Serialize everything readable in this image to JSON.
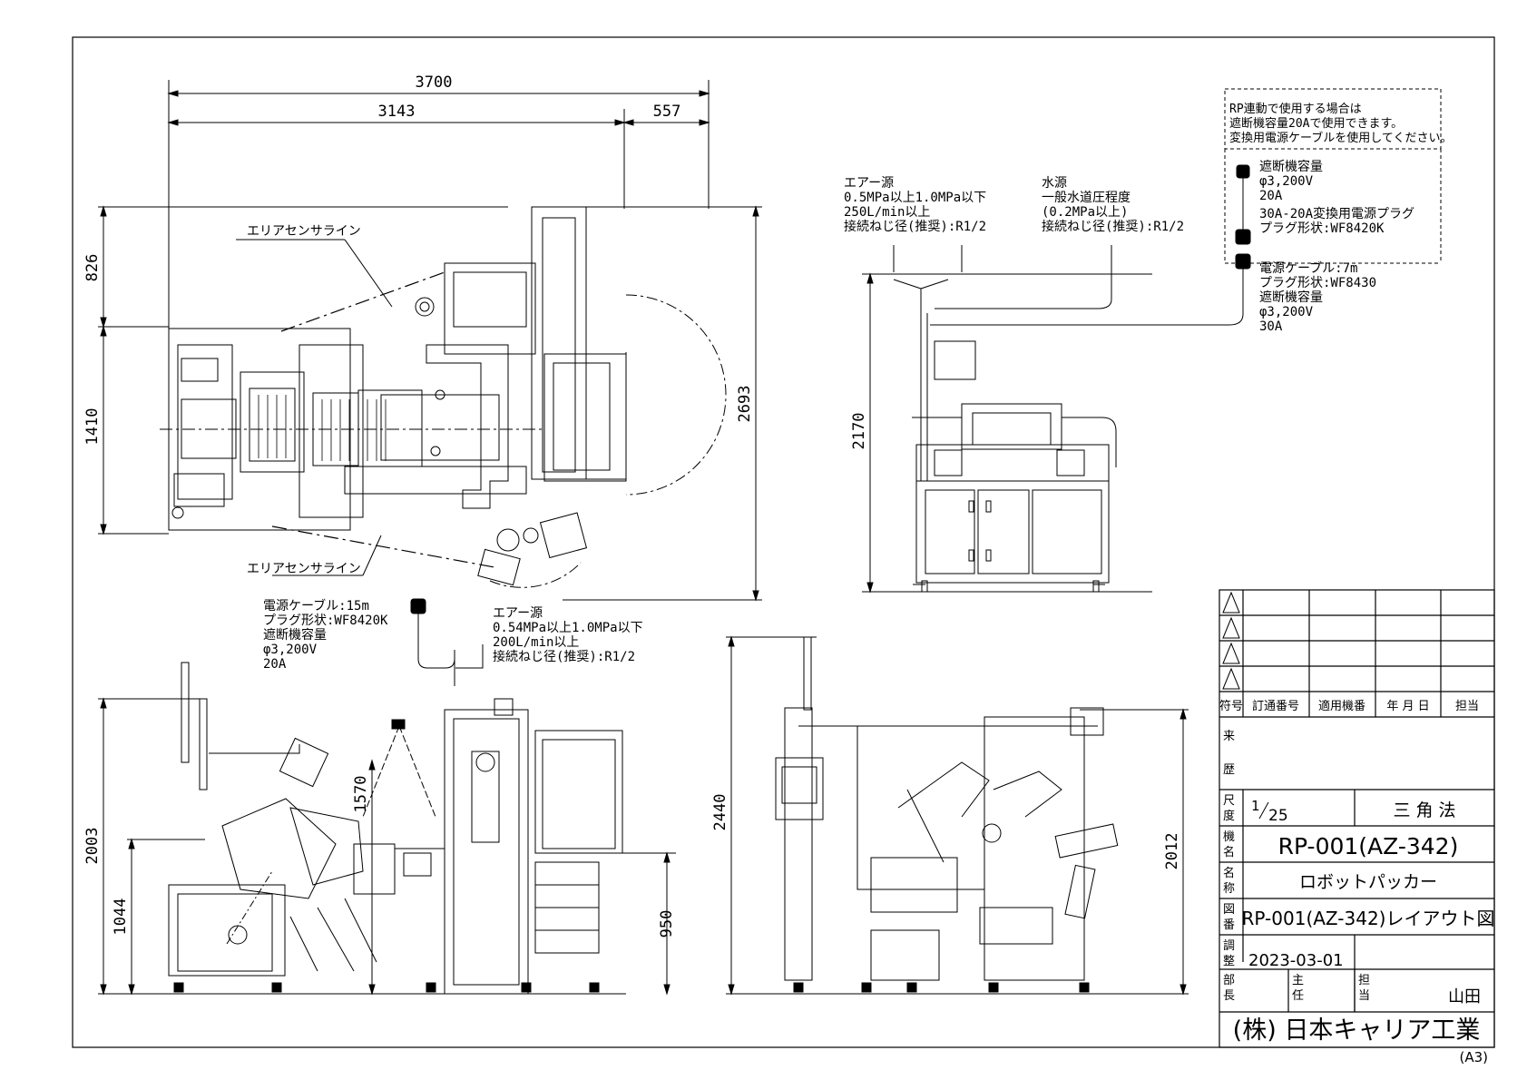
{
  "dimensions": {
    "overall_width": "3700",
    "width_left": "3143",
    "width_right": "557",
    "top_upper": "826",
    "top_main": "1410",
    "top_total": "2693",
    "side_height": "2170",
    "front_total": "2003",
    "front_low": "1044",
    "front_mid": "1570",
    "front_right": "950",
    "rear_total": "2440",
    "rear_right": "2012"
  },
  "labels": {
    "area_sensor_top": "エリアセンサライン",
    "area_sensor_bottom": "エリアセンサライン"
  },
  "air_top": {
    "l1": "エアー源",
    "l2": "0.5MPa以上1.0MPa以下",
    "l3": "250L/min以上",
    "l4": "接続ねじ径(推奨):R1/2"
  },
  "water": {
    "l1": "水源",
    "l2": "一般水道圧程度",
    "l3": "(0.2MPa以上)",
    "l4": "接続ねじ径(推奨):R1/2"
  },
  "rp_box": {
    "l1": "RP連動で使用する場合は",
    "l2": "遮断機容量20Aで使用できます。",
    "l3": "変換用電源ケーブルを使用してください。",
    "b1": "遮断機容量",
    "b2": "φ3,200V",
    "b3": "20A",
    "c1": "30A-20A変換用電源プラグ",
    "c2": "プラグ形状:WF8420K"
  },
  "power_right": {
    "l1": "電源ケーブル:7m",
    "l2": "プラグ形状:WF8430",
    "l3": "遮断機容量",
    "l4": "φ3,200V",
    "l5": "30A"
  },
  "power_front": {
    "l1": "電源ケーブル:15m",
    "l2": "プラグ形状:WF8420K",
    "l3": "遮断機容量",
    "l4": "φ3,200V",
    "l5": "20A"
  },
  "air_front": {
    "l1": "エアー源",
    "l2": "0.54MPa以上1.0MPa以下",
    "l3": "200L/min以上",
    "l4": "接続ねじ径(推奨):R1/2"
  },
  "title_block": {
    "rev_headers": [
      "符号",
      "訂通番号",
      "適用機番",
      "年 月 日",
      "担当"
    ],
    "history_label_1": "来",
    "history_label_2": "歴",
    "scale_label_1": "尺",
    "scale_label_2": "度",
    "scale_num": "1",
    "scale_den": "25",
    "projection": "三 角 法",
    "model_label_1": "機",
    "model_label_2": "名",
    "model": "RP-001(AZ-342)",
    "name_label_1": "名",
    "name_label_2": "称",
    "name": "ロボットパッカー",
    "drawing_label_1": "図",
    "drawing_label_2": "番",
    "drawing_no": "RP-001(AZ-342)レイアウト図",
    "date_label_1": "調",
    "date_label_2": "整",
    "date": "2023-03-01",
    "dept_label_1": "部",
    "dept_label_2": "長",
    "chief_label_1": "主",
    "chief_label_2": "任",
    "person_label_1": "担",
    "person_label_2": "当",
    "person": "山田",
    "company": "(株) 日本キャリア工業",
    "paper_size": "(A3)"
  }
}
